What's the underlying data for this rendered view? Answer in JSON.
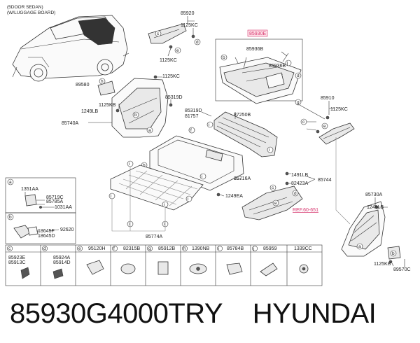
{
  "header": {
    "line1": "(5DOOR SEDAN)",
    "line2": "(W/LUGGAGE BOARD)"
  },
  "labels": {
    "p85920": "85920",
    "p1125KC_a": "1125KC",
    "p1125KC_b": "1125KC",
    "p85930E": "85930E",
    "p85936B_a": "85936B",
    "p85936B_b": "85936B",
    "p1125KC_c": "1125KC",
    "p89580": "89580",
    "p85319D_a": "85319D",
    "p1125KB": "1125KB",
    "p1249LB_a": "1249LB",
    "p85740A": "85740A",
    "p85319D_b": "85319D",
    "p81757": "81757",
    "p87250B": "87250B",
    "p85910": "85910",
    "p1125KC_d": "1125KC",
    "p1491LB": "1491LB",
    "p82423A": "82423A",
    "p85744": "85744",
    "p85716A": "85716A",
    "p1249EA": "1249EA",
    "ref": "REF.60-651",
    "p85774A": "85774A",
    "p85730A": "85730A",
    "p1249LB_b": "1249LB",
    "p1125KB_b": "1125KB",
    "p89570C": "89570C"
  },
  "legend": {
    "a": {
      "letter": "a",
      "parts": [
        "1351AA",
        "85719C",
        "85785A",
        "1031AA"
      ]
    },
    "b": {
      "letter": "b",
      "parts": [
        "18645F",
        "18645D",
        "92620"
      ]
    },
    "cells": [
      {
        "letter": "c",
        "parts": [
          "85923E",
          "85913C"
        ]
      },
      {
        "letter": "d",
        "parts": [
          "85924A",
          "85914D"
        ]
      },
      {
        "letter": "e",
        "parts": [
          "95120H"
        ]
      },
      {
        "letter": "f",
        "parts": [
          "82315B"
        ]
      },
      {
        "letter": "g",
        "parts": [
          "85912B"
        ]
      },
      {
        "letter": "h",
        "parts": [
          "1390NB"
        ]
      },
      {
        "letter": "i",
        "parts": [
          "85784B"
        ]
      },
      {
        "letter": "j",
        "parts": [
          "85959"
        ]
      },
      {
        "letter": "",
        "parts": [
          "1339CC"
        ]
      }
    ]
  },
  "footer": {
    "part_number": "85930G4000TRY",
    "brand": "HYUNDAI"
  },
  "colors": {
    "highlight": "#d6336c",
    "box_fill": "#ffe3ea"
  }
}
